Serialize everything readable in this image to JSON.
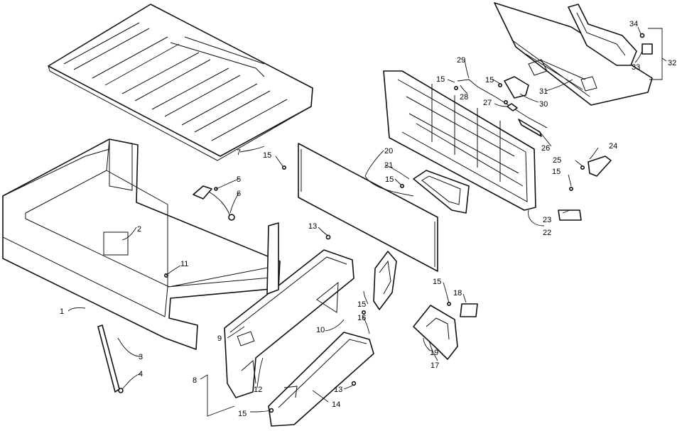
{
  "callouts": [
    {
      "id": "c1",
      "text": "1"
    },
    {
      "id": "c2",
      "text": "2"
    },
    {
      "id": "c3",
      "text": "3"
    },
    {
      "id": "c4",
      "text": "4"
    },
    {
      "id": "c5",
      "text": "5"
    },
    {
      "id": "c6",
      "text": "6"
    },
    {
      "id": "c7",
      "text": "7"
    },
    {
      "id": "c8",
      "text": "8"
    },
    {
      "id": "c9",
      "text": "9"
    },
    {
      "id": "c10",
      "text": "10"
    },
    {
      "id": "c11",
      "text": "11"
    },
    {
      "id": "c12",
      "text": "12"
    },
    {
      "id": "c13a",
      "text": "13"
    },
    {
      "id": "c13b",
      "text": "13"
    },
    {
      "id": "c14",
      "text": "14"
    },
    {
      "id": "c15a",
      "text": "15"
    },
    {
      "id": "c15b",
      "text": "15"
    },
    {
      "id": "c15c",
      "text": "15"
    },
    {
      "id": "c15d",
      "text": "15"
    },
    {
      "id": "c15e",
      "text": "15"
    },
    {
      "id": "c15f",
      "text": "15"
    },
    {
      "id": "c15g",
      "text": "15"
    },
    {
      "id": "c15h",
      "text": "15"
    },
    {
      "id": "c16",
      "text": "16"
    },
    {
      "id": "c17",
      "text": "17"
    },
    {
      "id": "c18",
      "text": "18"
    },
    {
      "id": "c19",
      "text": "19"
    },
    {
      "id": "c20",
      "text": "20"
    },
    {
      "id": "c21",
      "text": "21"
    },
    {
      "id": "c22",
      "text": "22"
    },
    {
      "id": "c23",
      "text": "23"
    },
    {
      "id": "c24",
      "text": "24"
    },
    {
      "id": "c25",
      "text": "25"
    },
    {
      "id": "c26",
      "text": "26"
    },
    {
      "id": "c27",
      "text": "27"
    },
    {
      "id": "c28",
      "text": "28"
    },
    {
      "id": "c29",
      "text": "29"
    },
    {
      "id": "c30",
      "text": "30"
    },
    {
      "id": "c31",
      "text": "31"
    },
    {
      "id": "c32",
      "text": "32"
    },
    {
      "id": "c33",
      "text": "33"
    },
    {
      "id": "c34",
      "text": "34"
    }
  ]
}
